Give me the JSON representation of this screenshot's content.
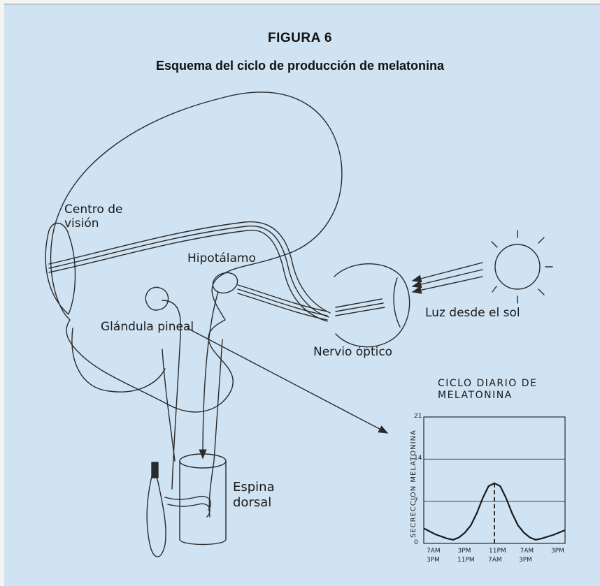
{
  "figure": {
    "number": "FIGURA 6",
    "title": "Esquema del ciclo de producción de melatonina",
    "background": "#cfe3f3",
    "line_color": "#2a2a2a"
  },
  "labels": {
    "vision_center": [
      "Centro de",
      "visión"
    ],
    "hypothalamus": "Hipotálamo",
    "pineal": "Glándula pineal",
    "optic_nerve": "Nervio óptico",
    "sunlight": "Luz desde el sol",
    "spine": [
      "Espina",
      "dorsal"
    ]
  },
  "chart_data": {
    "type": "line",
    "title": [
      "CICLO DIARIO DE",
      "MELATONINA"
    ],
    "ylabel": "SECRECCION MELATONINA",
    "yticks": [
      0,
      7,
      14,
      21
    ],
    "ylim": [
      0,
      21
    ],
    "xticks_top": [
      "7AM",
      "3PM",
      "11PM",
      "7AM",
      "3PM"
    ],
    "xticks_bottom": [
      "3PM",
      "11PM",
      "7AM",
      "3PM"
    ],
    "gridlines": [
      7,
      14
    ],
    "peak_label": "11PM",
    "x": [
      0,
      4,
      8,
      10,
      12,
      14,
      16,
      18,
      20,
      22,
      24,
      26,
      28,
      30,
      32,
      34,
      36,
      38,
      40,
      44,
      48
    ],
    "y": [
      2.5,
      1.5,
      0.8,
      0.6,
      1.0,
      1.8,
      3.0,
      5.0,
      7.5,
      9.5,
      10.0,
      9.5,
      7.5,
      5.0,
      3.0,
      1.8,
      1.0,
      0.6,
      0.8,
      1.4,
      2.2
    ]
  }
}
